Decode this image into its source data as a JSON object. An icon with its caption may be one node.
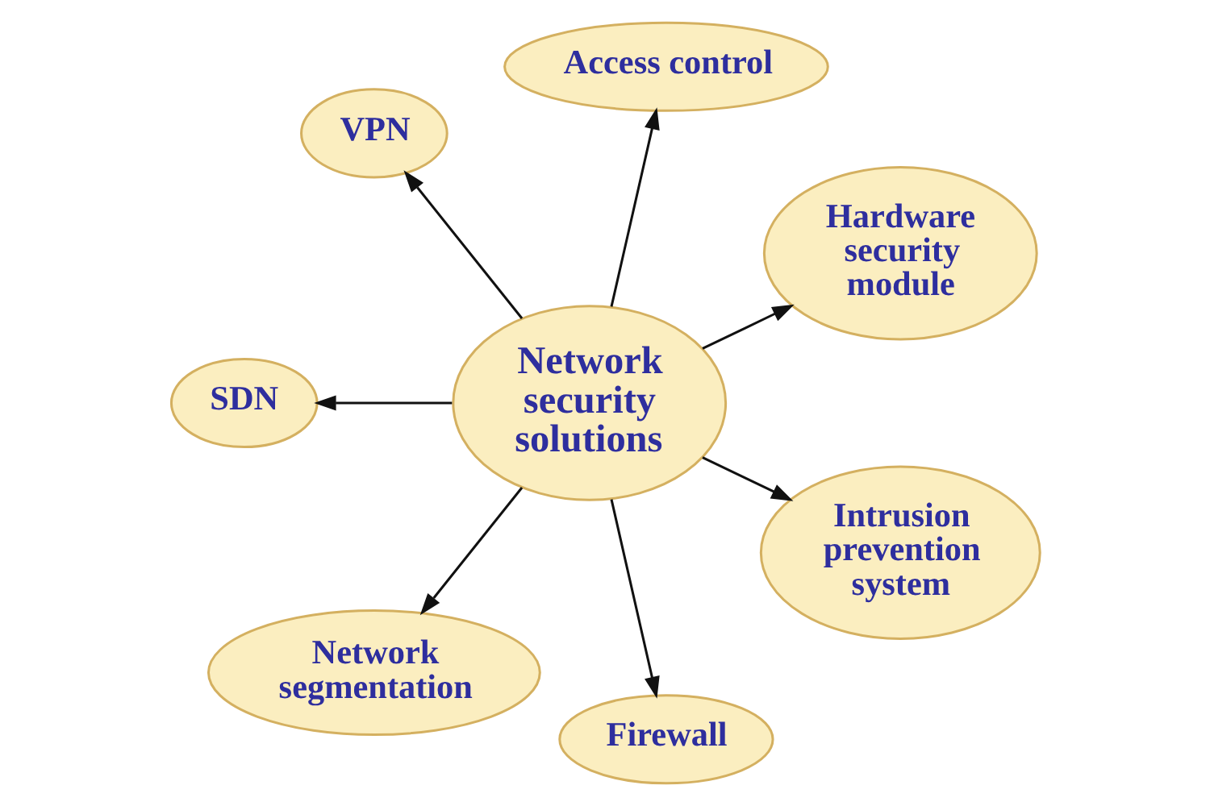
{
  "diagram": {
    "nodes": [
      {
        "text": [
          "Network security solutions"
        ]
      },
      {
        "text": [
          "Hardware security module"
        ]
      },
      {
        "text": [
          "Access control"
        ]
      },
      {
        "text": [
          "VPN"
        ]
      },
      {
        "text": [
          "SDN"
        ]
      },
      {
        "text": [
          "Network segmentation"
        ]
      },
      {
        "text": [
          "Firewall"
        ]
      },
      {
        "text": [
          "Intrusion prevention system"
        ]
      }
    ],
    "edges": [
      {
        "from": 0,
        "to": 1,
        "arrow": "to"
      },
      {
        "from": 0,
        "to": 2,
        "arrow": "to"
      },
      {
        "from": 0,
        "to": 3,
        "arrow": "to"
      },
      {
        "from": 0,
        "to": 4,
        "arrow": "to"
      },
      {
        "from": 0,
        "to": 5,
        "arrow": "to"
      },
      {
        "from": 0,
        "to": 6,
        "arrow": "to"
      },
      {
        "from": 0,
        "to": 7,
        "arrow": "to"
      }
    ]
  }
}
